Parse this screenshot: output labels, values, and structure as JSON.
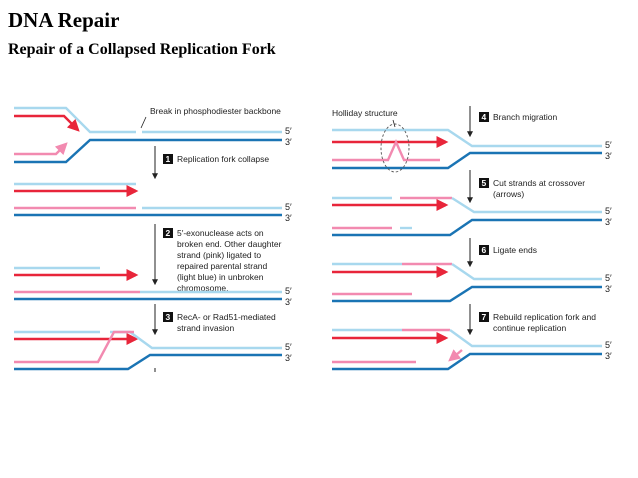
{
  "title": "DNA Repair",
  "subtitle": "Repair of a Collapsed Replication Fork",
  "ends": {
    "five_prime": "5′",
    "three_prime": "3′"
  },
  "colors": {
    "light_blue": "#a8d8ee",
    "dark_blue": "#1a74b4",
    "red": "#e8253a",
    "pink": "#f28ab0",
    "arrow": "#222222",
    "badge_bg": "#111111"
  },
  "labels": {
    "break": "Break in phosphodiester backbone",
    "holliday": "Holliday structure"
  },
  "steps": [
    {
      "number": "1",
      "lines": [
        "Replication fork collapse"
      ]
    },
    {
      "number": "2",
      "lines": [
        "5′-exonuclease acts on",
        "broken end. Other daughter",
        "strand (pink) ligated to",
        "repaired parental strand",
        "(light blue) in unbroken",
        "chromosome."
      ]
    },
    {
      "number": "3",
      "lines": [
        "RecA- or Rad51-mediated",
        "strand invasion"
      ]
    },
    {
      "number": "4",
      "lines": [
        "Branch migration"
      ]
    },
    {
      "number": "5",
      "lines": [
        "Cut strands at crossover",
        "(arrows)"
      ]
    },
    {
      "number": "6",
      "lines": [
        "Ligate ends"
      ]
    },
    {
      "number": "7",
      "lines": [
        "Rebuild replication fork and",
        "continue replication"
      ]
    }
  ]
}
